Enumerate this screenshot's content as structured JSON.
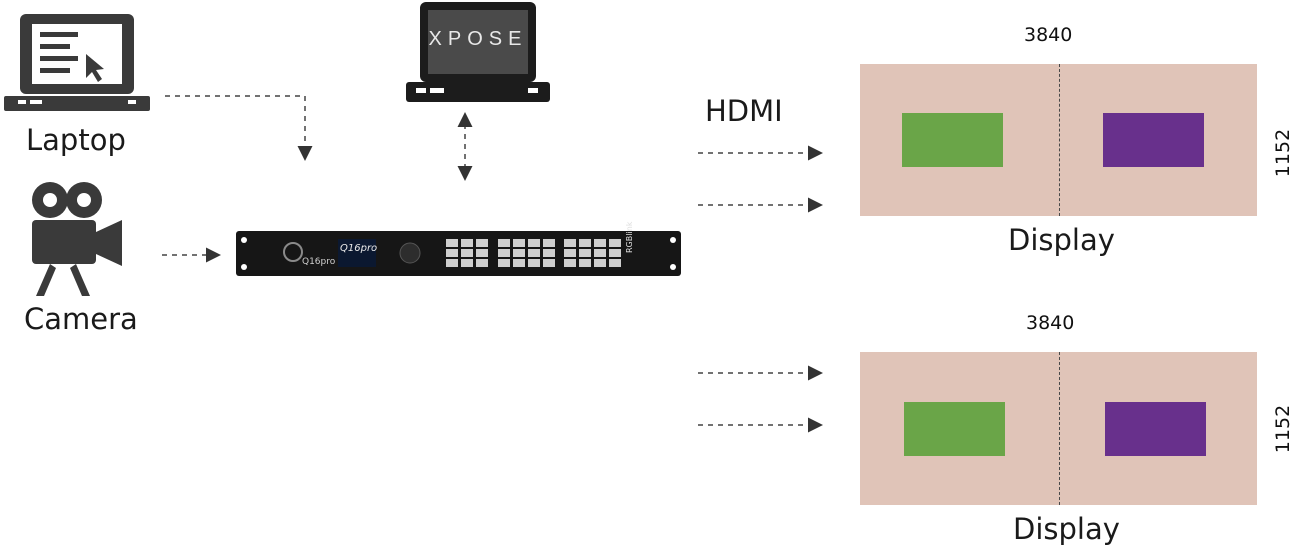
{
  "sources": {
    "laptop": {
      "label": "Laptop",
      "icon": "laptop-icon"
    },
    "camera": {
      "label": "Camera",
      "icon": "video-camera-icon"
    },
    "control_laptop": {
      "icon": "laptop-icon",
      "screen_logo": "XPOSE"
    }
  },
  "processor": {
    "model_badge": "Q16pro",
    "lcd_text": "Q16pro",
    "brand": "RGBlink",
    "icon": "video-processor-icon"
  },
  "connection": {
    "label": "HDMI"
  },
  "displays": [
    {
      "label": "Display",
      "width": "3840",
      "height": "1152"
    },
    {
      "label": "Display",
      "width": "3840",
      "height": "1152"
    }
  ],
  "colors": {
    "panel": "#e0c4b8",
    "window_left": "#6aa548",
    "window_right": "#68308c",
    "icon": "#3a3a3a"
  }
}
